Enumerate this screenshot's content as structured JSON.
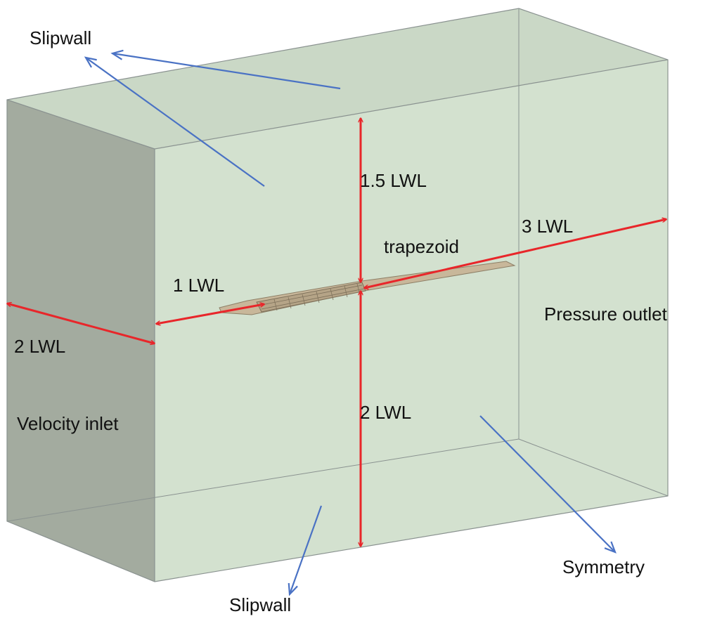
{
  "labels": {
    "slipwall_top": "Slipwall",
    "slipwall_bottom": "Slipwall",
    "velocity_inlet": "Velocity inlet",
    "pressure_outlet": "Pressure outlet",
    "symmetry": "Symmetry",
    "trapezoid": "trapezoid",
    "dim_top": "1.5 LWL",
    "dim_bottom": "2 LWL",
    "dim_upstream": "1 LWL",
    "dim_downstream": "3 LWL",
    "dim_side": "2 LWL"
  },
  "colors": {
    "face_front": "#d3e1cf",
    "face_side": "#a3ab9f",
    "face_top": "#cad8c6",
    "edge": "#8a9290",
    "dimension_arrow": "#e8262a",
    "leader_arrow": "#4a72c4",
    "hull": "#c8b79a"
  }
}
